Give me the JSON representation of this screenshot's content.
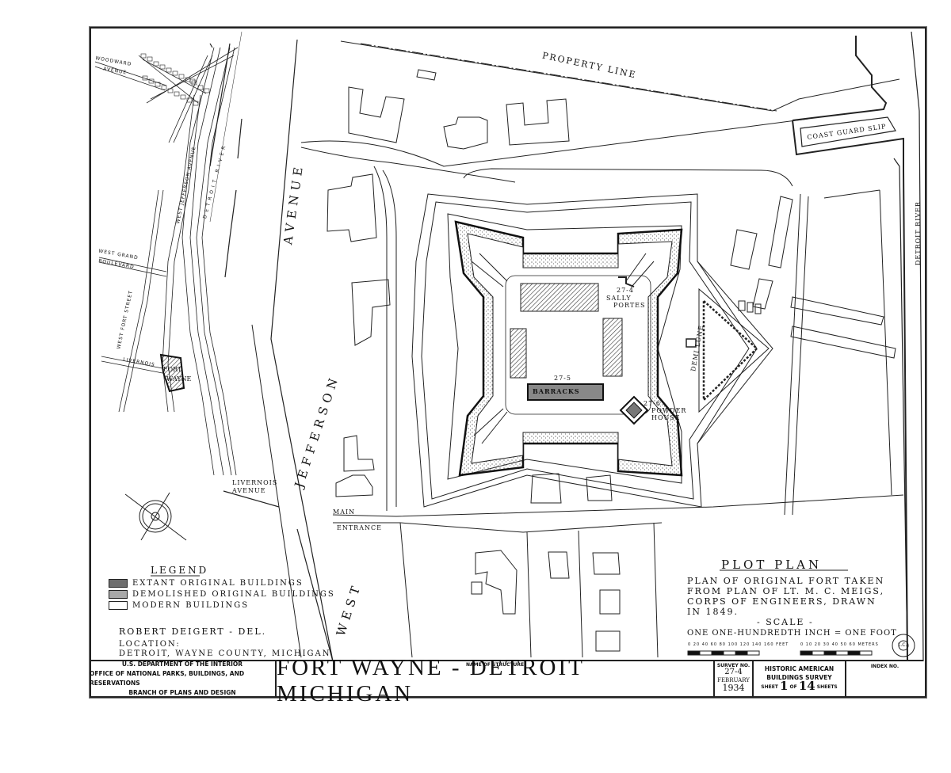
{
  "drawing": {
    "title": "PLOT PLAN",
    "description": [
      "PLAN OF ORIGINAL FORT TAKEN",
      "FROM PLAN OF LT. M. C. MEIGS,",
      "CORPS OF ENGINEERS, DRAWN",
      "IN 1849."
    ],
    "scale_heading": "- SCALE -",
    "scale_text": "ONE ONE-HUNDREDTH INCH = ONE FOOT",
    "scale_feet_ticks": "0 20 40 60 80 100 120 140 160 FEET",
    "scale_meters_ticks": "0 10 20 30 40 50 60 METERS",
    "stamp": "L.C."
  },
  "legend": {
    "heading": "LEGEND",
    "items": [
      {
        "label": "EXTANT ORIGINAL BUILDINGS",
        "fill": "#6e6e6e"
      },
      {
        "label": "DEMOLISHED ORIGINAL BUILDINGS",
        "fill": "#a8a8a8"
      },
      {
        "label": "MODERN BUILDINGS",
        "fill": "#ffffff"
      }
    ],
    "delineator": "ROBERT DEIGERT - DEL.",
    "location_label": "LOCATION:",
    "location_value": "DETROIT, WAYNE COUNTY, MICHIGAN"
  },
  "map_labels": {
    "property_line": "PROPERTY LINE",
    "coast_guard_slip": "COAST GUARD SLIP",
    "detroit_river_right": "DETROIT RIVER",
    "avenue": "AVENUE",
    "jefferson": "JEFFERSON",
    "west": "WEST",
    "livernois_avenue": [
      "LIVERNOIS",
      "AVENUE"
    ],
    "main": "MAIN",
    "entrance": "ENTRANCE",
    "sally_portes_no": "27-4",
    "sally_portes": [
      "SALLY",
      "PORTES"
    ],
    "barracks_no": "27-5",
    "barracks": "BARRACKS",
    "powder_house_no": "27-6",
    "powder_house": [
      "POWDER",
      "HOUSE"
    ],
    "demi_lune": "DEMI LUNE"
  },
  "locator_map": {
    "woodward": [
      "WOODWARD",
      "AVENUE"
    ],
    "west_jefferson": "WEST JEFFERSON AVENUE",
    "detroit_river": "DETROIT RIVER",
    "west_grand": [
      "WEST GRAND",
      "BOULEVARD"
    ],
    "west_fort": "WEST FORT STREET",
    "livernois": "LIVERNOIS",
    "fort_wayne": [
      "FORT",
      "WAYNE"
    ]
  },
  "title_block": {
    "agency_lines": [
      "U.S. DEPARTMENT OF THE INTERIOR",
      "OFFICE OF NATIONAL PARKS, BUILDINGS, AND RESERVATIONS",
      "BRANCH OF PLANS AND DESIGN"
    ],
    "structure_caption": "NAME OF STRUCTURE",
    "structure_name": "FORT WAYNE - DETROIT MICHIGAN",
    "survey_caption": "SURVEY NO.",
    "survey_no": "27-4",
    "survey_month": "FEBRUARY",
    "survey_year": "1934",
    "habs_line1": "HISTORIC AMERICAN",
    "habs_line2": "BUILDINGS SURVEY",
    "sheet_prefix": "SHEET",
    "sheet_no": "1",
    "sheet_of": "OF",
    "sheet_total": "14",
    "sheet_suffix": "SHEETS",
    "index_caption": "INDEX NO."
  }
}
